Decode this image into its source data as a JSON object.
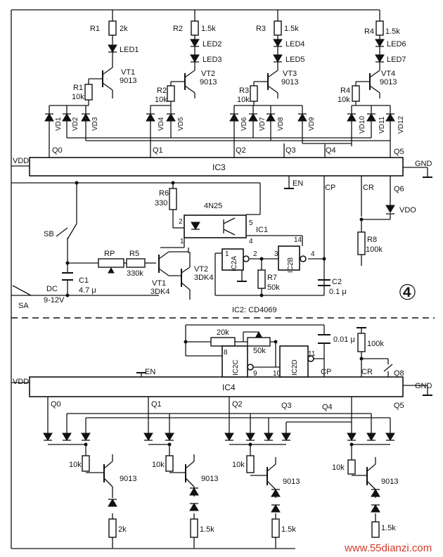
{
  "labels": {
    "r1": "R1",
    "r1_val": "2k",
    "led1": "LED1",
    "vt1_top": "VT1",
    "vt1_top_part": "9013",
    "r1b": "R1",
    "r1b_val": "10k",
    "r2": "R2",
    "r2_val": "1.5k",
    "led2": "LED2",
    "led3": "LED3",
    "vt2_top": "VT2",
    "vt2_top_part": "9013",
    "r2b": "R2",
    "r2b_val": "10k",
    "r3": "R3",
    "r3_val": "1.5k",
    "led4": "LED4",
    "led5": "LED5",
    "vt3_top": "VT3",
    "vt3_top_part": "9013",
    "r3b": "R3",
    "r3b_val": "10k",
    "r4": "R4",
    "r4_val": "1.5k",
    "led6": "LED6",
    "led7": "LED7",
    "vt4_top": "VT4",
    "vt4_top_part": "9013",
    "r4b": "R4",
    "r4b_val": "10k",
    "vd1": "VD1",
    "vd2": "VD2",
    "vd3": "VD3",
    "vd4": "VD4",
    "vd5": "VD5",
    "vd6": "VD6",
    "vd7": "VD7",
    "vd8": "VD8",
    "vd9": "VD9",
    "vd10": "VD10",
    "vd11": "VD11",
    "vd12": "VD12",
    "ic3_q0": "Q0",
    "ic3_q1": "Q1",
    "ic3_q2": "Q2",
    "ic3_q3": "Q3",
    "ic3_q4": "Q4",
    "ic3_q5": "Q5",
    "ic3_vdd": "VDD",
    "ic3_gnd": "GND",
    "ic3_name": "IC3",
    "ic3_en": "EN",
    "ic3_cp": "CP",
    "ic3_cr": "CR",
    "ic3_q6": "Q6",
    "r6": "R6",
    "r6_val": "330",
    "optocoupler": "4N25",
    "ic1": "IC1",
    "pin2": "2",
    "pin1": "1",
    "pin4": "4",
    "pin5": "5",
    "pin14": "14",
    "sb": "SB",
    "rp": "RP",
    "r5": "R5",
    "r5_val": "330k",
    "c1": "C1",
    "c1_val": "4.7 μ",
    "vt1_bot": "VT1",
    "vt1_bot_part": "3DK4",
    "vt2_bot": "VT2",
    "vt2_bot_part": "3DK4",
    "ic2a": "IC2A",
    "ic2b": "IC2B",
    "ic2a_pin1": "1",
    "ic2a_pin2": "2",
    "ic2b_pin3": "3",
    "ic2b_pin4": "4",
    "r7": "R7",
    "r7_val": "50k",
    "c2": "C2",
    "c2_val": "0.1 μ",
    "vdo": "VDO",
    "r8": "R8",
    "r8_val": "100k",
    "sa": "SA",
    "dc": "DC",
    "dc_range": "9-12V",
    "panel_number": "④",
    "ic2_note": "IC2: CD4069",
    "r_20k": "20k",
    "pot_50k": "50k",
    "c_001": "0.01 μ",
    "r_100k": "100k",
    "ic2c": "IC2C",
    "ic2d": "IC2D",
    "pin8": "8",
    "pin9": "9",
    "pin10": "10",
    "pin11": "11",
    "q8": "Q8",
    "ic4_vdd": "VDD",
    "ic4_gnd": "GND",
    "ic4_name": "IC4",
    "ic4_en": "EN",
    "ic4_cp": "CP",
    "ic4_cr": "CR",
    "ic4_q0": "Q0",
    "ic4_q1": "Q1",
    "ic4_q2": "Q2",
    "ic4_q3": "Q3",
    "ic4_q4": "Q4",
    "ic4_q5": "Q5",
    "b_r1": "10k",
    "b_r2": "10k",
    "b_r3": "10k",
    "b_r4": "10k",
    "b_t1": "9013",
    "b_t2": "9013",
    "b_t3": "9013",
    "b_t4": "9013",
    "b_e1": "2k",
    "b_e2": "1.5k",
    "b_e3": "1.5k",
    "b_e4": "1.5k",
    "watermark": "www.55dianzi.com"
  }
}
